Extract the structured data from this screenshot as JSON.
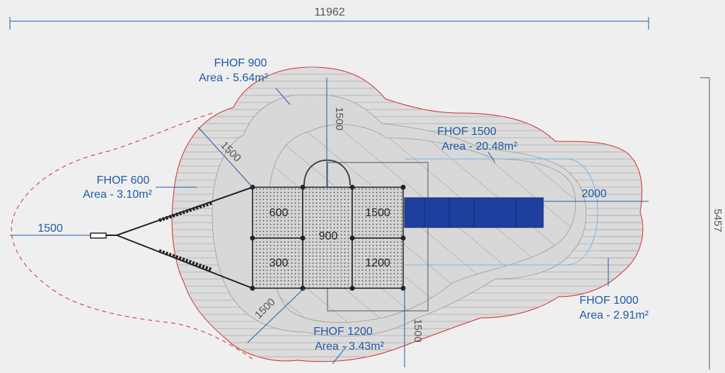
{
  "dimensions": {
    "overall_width": "11962",
    "overall_depth": "5457",
    "left_extent": "1500",
    "right_extent": "2000",
    "top_clearance": "1500",
    "bottom_clearance": "1500",
    "upper_left_diagonal": "1500",
    "lower_left_diagonal": "1500"
  },
  "zones": [
    {
      "label": "FHOF 900",
      "area": "Area - 5.64m²"
    },
    {
      "label": "FHOF 1500",
      "area": "Area - 20.48m²"
    },
    {
      "label": "FHOF 600",
      "area": "Area - 3.10m²"
    },
    {
      "label": "FHOF 1000",
      "area": "Area - 2.91m²"
    },
    {
      "label": "FHOF 1200",
      "area": "Area - 3.43m²"
    }
  ],
  "decks": [
    "600",
    "1500",
    "300",
    "1200",
    "900"
  ],
  "colors": {
    "dimension_line": "#1e5aa8",
    "fall_zone_outline": "#d9262c",
    "slide": "#1f3f9e",
    "deck": "#cfcfcf",
    "background": "#efefef"
  }
}
